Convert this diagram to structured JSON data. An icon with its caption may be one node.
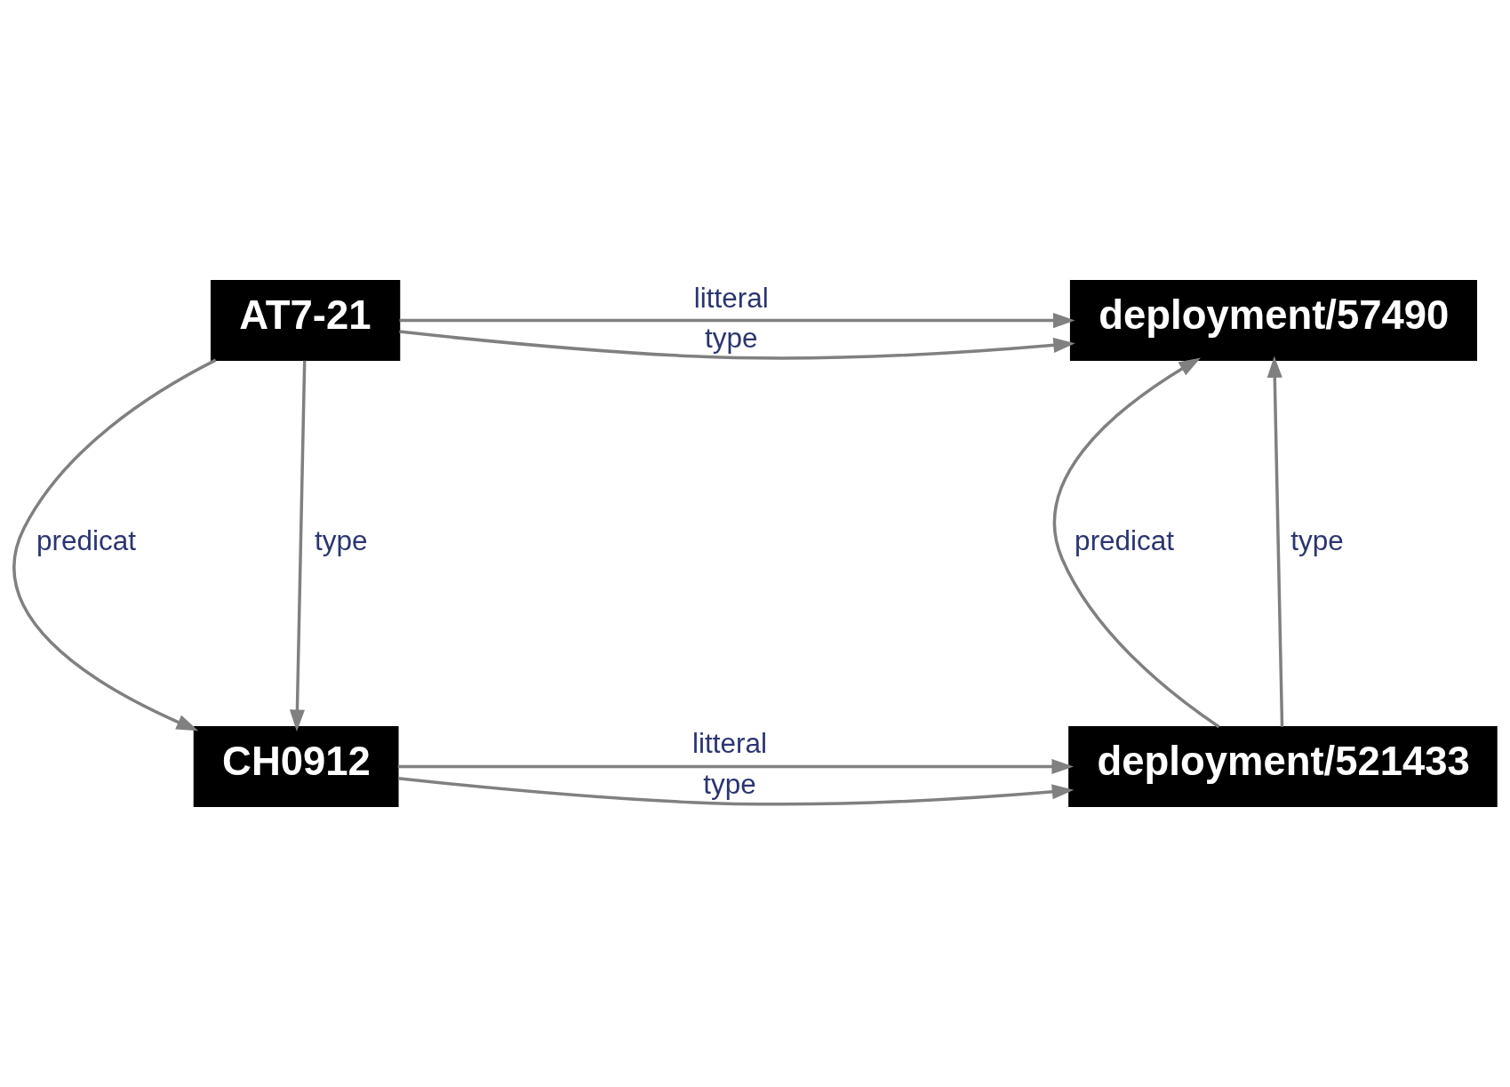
{
  "diagram": {
    "nodes": [
      {
        "text": [
          "AT7-21"
        ]
      },
      {
        "text": [
          "deployment/57490"
        ]
      },
      {
        "text": [
          "CH0912"
        ]
      },
      {
        "text": [
          "deployment/521433"
        ]
      }
    ],
    "edges": [
      {
        "from": 0,
        "to": 1,
        "arrow": "to",
        "label": "type"
      },
      {
        "from": 0,
        "to": 1,
        "arrow": "to",
        "label": "litteral"
      },
      {
        "from": 0,
        "to": 2,
        "arrow": "to",
        "label": "predicat"
      },
      {
        "from": 0,
        "to": 2,
        "arrow": "to",
        "label": "type"
      },
      {
        "from": 2,
        "to": 3,
        "arrow": "to",
        "label": "litteral"
      },
      {
        "from": 2,
        "to": 3,
        "arrow": "to",
        "label": "type"
      },
      {
        "from": 3,
        "to": 1,
        "arrow": "to",
        "label": "predicat"
      },
      {
        "from": 3,
        "to": 1,
        "arrow": "to",
        "label": "type"
      }
    ]
  }
}
